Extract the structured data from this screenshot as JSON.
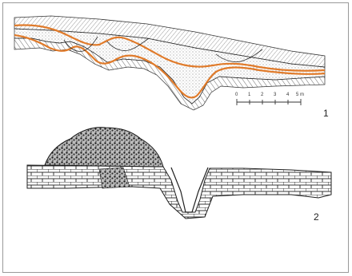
{
  "figure": {
    "panel_1_label": "1",
    "panel_2_label": "2"
  },
  "scale_bar": {
    "ticks": [
      "0",
      "1",
      "2",
      "3",
      "4",
      "5 m"
    ]
  },
  "colors": {
    "frame_border": "#9a9a9a",
    "ink": "#2a2a2a",
    "orange_trace": "#e07b2b",
    "paper": "#ffffff"
  }
}
